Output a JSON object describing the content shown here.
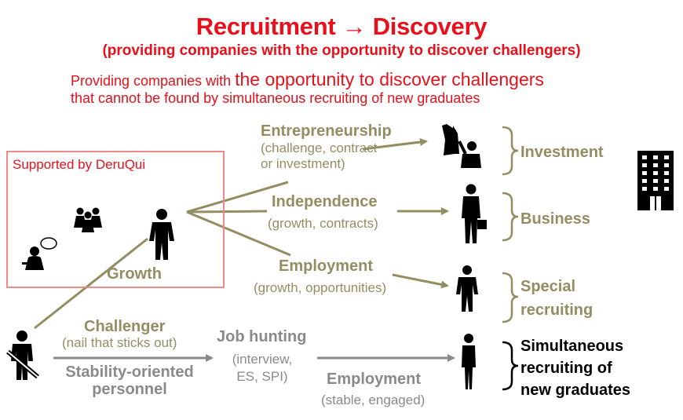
{
  "header": {
    "title": "Recruitment → Discovery",
    "subtitle": "(providing  companies  with  the  opportunity  to  discover  challengers)"
  },
  "intro": {
    "line1_small": "Providing companies with ",
    "line1_big": "the opportunity to discover challengers",
    "line2": "that cannot be found by simultaneous recruiting of new graduates"
  },
  "support_box": {
    "label": "Supported by DeruQui",
    "growth_label": "Growth"
  },
  "paths": {
    "entrepreneurship": {
      "title": "Entrepreneurship",
      "detail1": "(challenge, contract",
      "detail2": "or investment)"
    },
    "independence": {
      "title": "Independence",
      "detail": "(growth, contracts)"
    },
    "employment_upper": {
      "title": "Employment",
      "detail": "(growth, opportunities)"
    },
    "challenger": {
      "title": "Challenger",
      "detail": "(nail that sticks out)"
    },
    "stability": {
      "line1": "Stability-oriented",
      "line2": "personnel"
    },
    "job_hunting": {
      "title": "Job hunting",
      "detail1": "(interview,",
      "detail2": "ES, SPI)"
    },
    "employment_lower": {
      "title": "Employment",
      "detail": "(stable, engaged)"
    }
  },
  "outcomes": {
    "investment": "Investment",
    "business": "Business",
    "special_line1": "Special",
    "special_line2": "recruiting",
    "simul_line1": "Simultaneous",
    "simul_line2": "recruiting of",
    "simul_line3": "new graduates"
  },
  "icons": {
    "boss": "person-with-speech-bubble-icon",
    "group": "group-of-people-icon",
    "person": "standing-person-icon",
    "pencil_person": "person-with-pencil-icon",
    "celebrate": "celebrating-person-icon",
    "businessman": "businessman-with-briefcase-icon",
    "building": "office-building-icon"
  },
  "colors": {
    "accent_red": "#e8101a",
    "olive": "#938e62",
    "grey": "#8a8a8a",
    "box_border": "#f08a8a"
  }
}
